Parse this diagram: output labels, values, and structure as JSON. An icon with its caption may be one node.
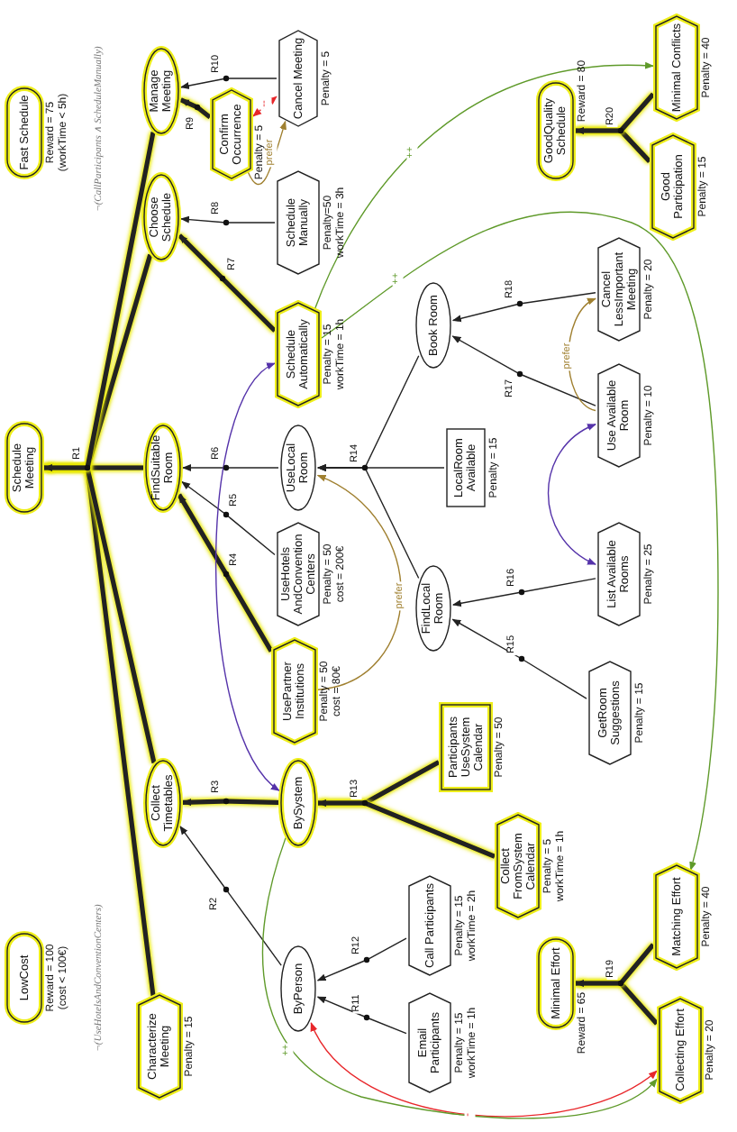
{
  "diagram": {
    "nodes": [
      {
        "text": [
          "Schedule Meeting"
        ]
      },
      {
        "text": [
          "LowCost"
        ],
        "beside": [
          "Reward = 100",
          "(cost < 100€)"
        ]
      },
      {
        "text": [
          "Fast Schedule"
        ],
        "beside": [
          "Reward = 75",
          "(workTime < 5h)"
        ]
      },
      {
        "text": [
          "Characterize Meeting"
        ],
        "beside": [
          "Penalty = 15"
        ]
      },
      {
        "text": [
          "Collect Timetables"
        ]
      },
      {
        "text": [
          "FindSuitable Room"
        ]
      },
      {
        "text": [
          "Choose Schedule"
        ]
      },
      {
        "text": [
          "Manage Meeting"
        ]
      },
      {
        "text": [
          "ByPerson"
        ]
      },
      {
        "text": [
          "BySystem"
        ]
      },
      {
        "text": [
          "UsePartner Institutions"
        ],
        "beside": [
          "Penalty = 50",
          "cost = 80€"
        ]
      },
      {
        "text": [
          "UseHotels AndConvention Centers"
        ],
        "beside": [
          "Penalty = 50",
          "cost = 200€"
        ]
      },
      {
        "text": [
          "UseLocal Room"
        ]
      },
      {
        "text": [
          "Schedule Automatically"
        ],
        "beside": [
          "Penalty = 15",
          "workTime = 1h"
        ]
      },
      {
        "text": [
          "Schedule Manually"
        ],
        "beside": [
          "Penalty=50",
          "workTime = 3h"
        ]
      },
      {
        "text": [
          "Confirm Occurrence"
        ],
        "beside": [
          "Penalty = 5"
        ]
      },
      {
        "text": [
          "Cancel Meeting"
        ],
        "beside": [
          "Penalty = 5"
        ]
      },
      {
        "text": [
          "Email Participants"
        ],
        "beside": [
          "Penalty = 15",
          "workTime = 1h"
        ]
      },
      {
        "text": [
          "Call Participants"
        ],
        "beside": [
          "Penalty = 15",
          "workTime = 2h"
        ]
      },
      {
        "text": [
          "Collect FromSystem Calendar"
        ],
        "beside": [
          "Penalty = 5",
          "workTime = 1h"
        ]
      },
      {
        "text": [
          "Participants UseSystem Calendar"
        ],
        "beside": [
          "Penalty = 50"
        ]
      },
      {
        "text": [
          "FindLocal Room"
        ]
      },
      {
        "text": [
          "LocalRoom Available"
        ],
        "beside": [
          "Penalty = 15"
        ]
      },
      {
        "text": [
          "Book Room"
        ]
      },
      {
        "text": [
          "GetRoom Suggestions"
        ],
        "beside": [
          "Penalty = 15"
        ]
      },
      {
        "text": [
          "List Available Rooms"
        ],
        "beside": [
          "Penalty = 25"
        ]
      },
      {
        "text": [
          "Use Available Room"
        ],
        "beside": [
          "Penalty = 10"
        ]
      },
      {
        "text": [
          "Cancel LessImportant Meeting"
        ],
        "beside": [
          "Penalty = 20"
        ]
      },
      {
        "text": [
          "Minimal Effort"
        ],
        "beside": [
          "Reward = 65"
        ]
      },
      {
        "text": [
          "GoodQuality Schedule"
        ],
        "beside": [
          "Reward = 80"
        ]
      },
      {
        "text": [
          "Collecting Effort"
        ],
        "beside": [
          "Penalty = 20"
        ]
      },
      {
        "text": [
          "Matching Effort"
        ],
        "beside": [
          "Penalty = 40"
        ]
      },
      {
        "text": [
          "Good Participation"
        ],
        "beside": [
          "Penalty = 15"
        ]
      },
      {
        "text": [
          "Minimal Conflicts"
        ],
        "beside": [
          "Penalty = 40"
        ]
      }
    ],
    "edges": [
      {
        "from": 5,
        "to": 0,
        "arrow": "to",
        "label": "R1",
        "style": "thick"
      },
      {
        "from": 3,
        "to": 0,
        "arrow": "to",
        "style": "thick"
      },
      {
        "from": 4,
        "to": 0,
        "arrow": "to",
        "style": "thick"
      },
      {
        "from": 6,
        "to": 0,
        "arrow": "to",
        "style": "thick"
      },
      {
        "from": 7,
        "to": 0,
        "arrow": "to",
        "style": "thick"
      },
      {
        "from": 8,
        "to": 4,
        "arrow": "to",
        "label": "R2"
      },
      {
        "from": 9,
        "to": 4,
        "arrow": "to",
        "label": "R3",
        "style": "thick"
      },
      {
        "from": 10,
        "to": 5,
        "arrow": "to",
        "label": "R4",
        "style": "thick"
      },
      {
        "from": 11,
        "to": 5,
        "arrow": "to",
        "label": "R5"
      },
      {
        "from": 12,
        "to": 5,
        "arrow": "to",
        "label": "R6"
      },
      {
        "from": 13,
        "to": 6,
        "arrow": "to",
        "label": "R7",
        "style": "thick"
      },
      {
        "from": 14,
        "to": 6,
        "arrow": "to",
        "label": "R8"
      },
      {
        "from": 15,
        "to": 7,
        "arrow": "to",
        "label": "R9",
        "style": "thick"
      },
      {
        "from": 16,
        "to": 7,
        "arrow": "to",
        "label": "R10"
      },
      {
        "from": 17,
        "to": 8,
        "arrow": "to",
        "label": "R11"
      },
      {
        "from": 18,
        "to": 8,
        "arrow": "to",
        "label": "R12"
      },
      {
        "from": 20,
        "to": 9,
        "arrow": "to",
        "label": "R13",
        "style": "thick"
      },
      {
        "from": 19,
        "to": 9,
        "arrow": "to",
        "style": "thick"
      },
      {
        "from": 21,
        "to": 12,
        "arrow": "to",
        "label": "R14"
      },
      {
        "from": 22,
        "to": 12,
        "arrow": "to"
      },
      {
        "from": 23,
        "to": 12,
        "arrow": "to"
      },
      {
        "from": 24,
        "to": 21,
        "arrow": "to",
        "label": "R15"
      },
      {
        "from": 25,
        "to": 21,
        "arrow": "to",
        "label": "R16"
      },
      {
        "from": 26,
        "to": 23,
        "arrow": "to",
        "label": "R17"
      },
      {
        "from": 27,
        "to": 23,
        "arrow": "to",
        "label": "R18"
      },
      {
        "from": 30,
        "to": 28,
        "arrow": "to",
        "label": "R19",
        "style": "thick"
      },
      {
        "from": 31,
        "to": 28,
        "arrow": "to",
        "style": "thick"
      },
      {
        "from": 32,
        "to": 29,
        "arrow": "to",
        "label": "R20",
        "style": "thick"
      },
      {
        "from": 33,
        "to": 29,
        "arrow": "to",
        "style": "thick"
      },
      {
        "from": 13,
        "to": 9,
        "arrow": "both",
        "color": "#5533aa"
      },
      {
        "from": 25,
        "to": 26,
        "arrow": "both",
        "color": "#5533aa"
      },
      {
        "from": 15,
        "to": 16,
        "arrow": "both",
        "label": "--",
        "style": "dashed",
        "color": "#e8262a"
      },
      {
        "from": 8,
        "to": 30,
        "arrow": "both",
        "label": "-",
        "color": "#e8262a"
      },
      {
        "from": 9,
        "to": 30,
        "arrow": "to",
        "label": "++",
        "color": "#5f9a2a"
      },
      {
        "from": 13,
        "to": 33,
        "arrow": "to",
        "label": "++",
        "color": "#5f9a2a"
      },
      {
        "from": 13,
        "to": 31,
        "arrow": "to",
        "label": "++",
        "color": "#5f9a2a"
      },
      {
        "from": 15,
        "to": 16,
        "arrow": "to",
        "label": "prefer",
        "color": "#a08030"
      },
      {
        "from": 10,
        "to": 12,
        "arrow": "to",
        "label": "prefer",
        "color": "#a08030"
      },
      {
        "from": 26,
        "to": 27,
        "arrow": "to",
        "label": "prefer",
        "color": "#a08030"
      }
    ],
    "labels": [
      "¬(CallParticipants ∧ ScheduleManually)",
      "¬(UseHotelsAndConventionCenters)"
    ]
  }
}
